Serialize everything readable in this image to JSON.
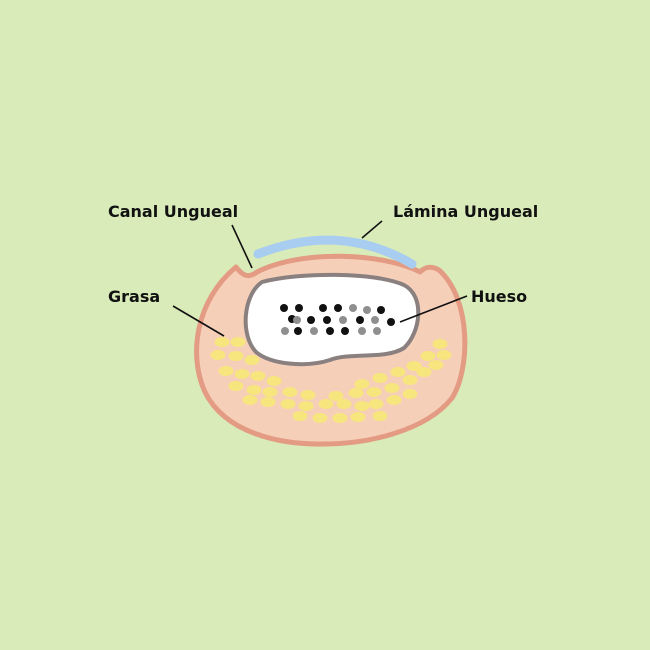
{
  "labels": {
    "canal": "Canal Ungueal",
    "lamina": "Lámina Ungueal",
    "grasa": "Grasa",
    "hueso": "Hueso"
  },
  "colors": {
    "background": "#d9ebb9",
    "skin_fill": "#f6cfb9",
    "skin_outline": "#e39b84",
    "nail": "#a9cdf0",
    "fat": "#f7e57d",
    "bone_fill": "#ffffff",
    "bone_outline": "#8a8080",
    "marrow_dark": "#111111",
    "marrow_light": "#8f8f8f",
    "leader_line": "#111111"
  }
}
